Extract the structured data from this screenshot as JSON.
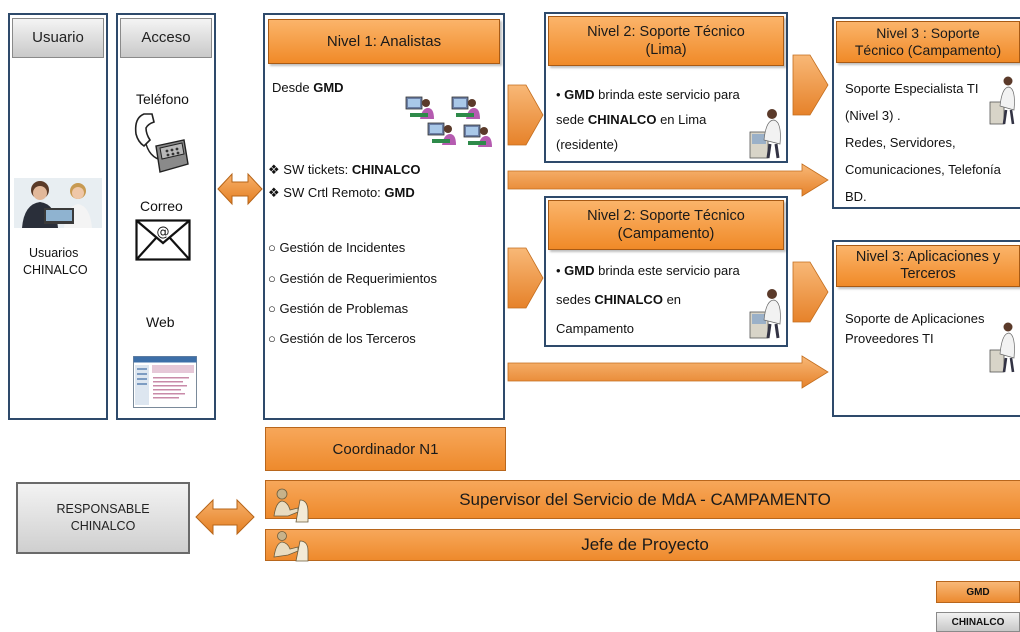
{
  "columns": {
    "usuario": {
      "header": "Usuario",
      "label_line1": "Usuarios",
      "label_line2": "CHINALCO"
    },
    "acceso": {
      "header": "Acceso",
      "telefono": "Teléfono",
      "correo": "Correo",
      "web": "Web"
    },
    "nivel1": {
      "header": "Nivel 1: Analistas",
      "desde_prefix": "Desde",
      "desde_org": "GMD",
      "sw_tickets_prefix": "SW tickets:",
      "sw_tickets_value": "CHINALCO",
      "sw_remote_prefix": "SW Crtl Remoto:",
      "sw_remote_value": "GMD",
      "items": [
        "Gestión de Incidentes",
        "Gestión de Requerimientos",
        "Gestión de Problemas",
        "Gestión de los Terceros"
      ]
    },
    "nivel2_lima": {
      "header_line1": "Nivel  2: Soporte Técnico",
      "header_line2": "(Lima)",
      "org": "GMD",
      "text1": "brinda este servicio para",
      "text2_prefix": "sede",
      "client": "CHINALCO",
      "text2_suffix": "en Lima",
      "text3": "(residente)"
    },
    "nivel2_campamento": {
      "header_line1": "Nivel  2: Soporte Técnico",
      "header_line2": "(Campamento)",
      "org": "GMD",
      "text1": "brinda este servicio para",
      "text2_prefix": "sedes",
      "client": "CHINALCO",
      "text2_suffix": "en",
      "text3": "Campamento"
    },
    "nivel3_soporte": {
      "header_line1": "Nivel  3 : Soporte",
      "header_line2": "Técnico (Campamento)",
      "line1": "Soporte  Especialista TI",
      "line2": "(Nivel 3) .",
      "line3": "Redes, Servidores,",
      "line4": "Comunicaciones, Telefonía",
      "line5": "BD."
    },
    "nivel3_apps": {
      "header_line1": "Nivel  3:  Aplicaciones y",
      "header_line2": "Terceros",
      "line1": "Soporte de Aplicaciones",
      "line2": "Proveedores TI"
    }
  },
  "bottom": {
    "coordinador": "Coordinador N1",
    "responsable_line1": "RESPONSABLE",
    "responsable_line2": "CHINALCO",
    "supervisor": "Supervisor del Servicio de MdA - CAMPAMENTO",
    "jefe": "Jefe de Proyecto"
  },
  "legend": {
    "gmd": "GMD",
    "chinalco": "CHINALCO"
  },
  "colors": {
    "orange": "#f08a28",
    "gray": "#cfcfcf",
    "border": "#2e4a6b"
  },
  "icons": {
    "users_photo": "people-at-laptop-icon",
    "phone": "telephone-icon",
    "mail": "envelope-icon",
    "web": "web-page-icon",
    "analysts": "computer-users-icon",
    "technician": "technician-icon",
    "arrow": "arrow-right-icon",
    "double_arrow": "double-arrow-icon"
  }
}
